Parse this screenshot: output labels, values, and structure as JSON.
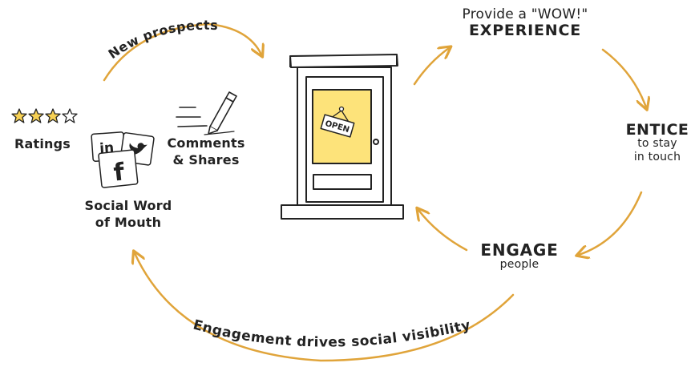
{
  "labels": {
    "new_prospects": "New prospects",
    "wow_line1": "Provide a \"WOW!\"",
    "wow_line2": "EXPERIENCE",
    "entice_title": "ENTICE",
    "entice_line2": "to stay",
    "entice_line3": "in touch",
    "engage_title": "ENGAGE",
    "engage_sub": "people",
    "engagement_drives": "Engagement drives social visibility",
    "ratings": "Ratings",
    "comments_line1": "Comments",
    "comments_line2": "& Shares",
    "swom_line1": "Social Word",
    "swom_line2": "of Mouth",
    "open_sign": "OPEN"
  },
  "icons": {
    "rating_stars": "star-icon",
    "linkedin": "linkedin-icon",
    "twitter": "twitter-icon",
    "facebook": "facebook-icon",
    "pencil": "pencil-icon",
    "door": "door-icon"
  },
  "ratings": {
    "filled": 3,
    "total": 4
  },
  "colors": {
    "arrow": "#E0A43A",
    "door_glass": "#FDE37A",
    "star_fill": "#F7D154",
    "ink": "#222222"
  }
}
